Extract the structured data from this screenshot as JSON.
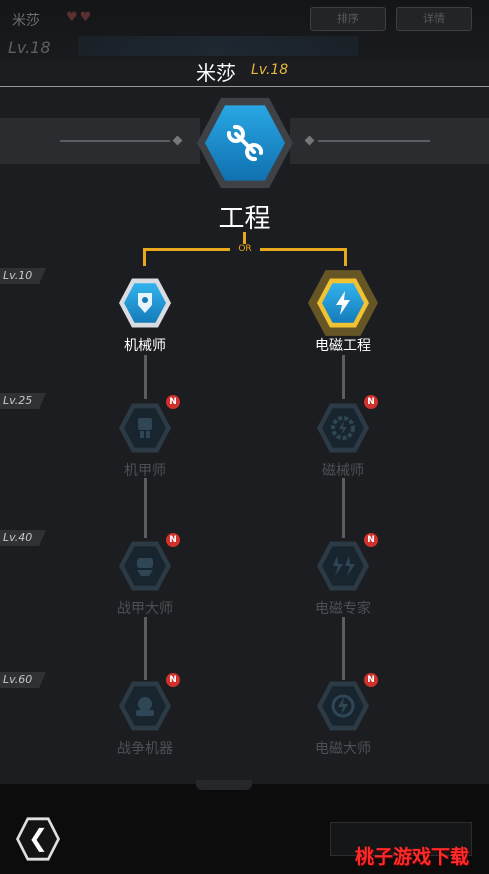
{
  "topbar": {
    "name": "米莎",
    "level": "Lv.18",
    "hearts": "♥♥",
    "btn1": "排序",
    "btn2": "详情"
  },
  "header": {
    "name": "米莎",
    "level": "Lv.18"
  },
  "branch": {
    "title": "工程",
    "or": "OR"
  },
  "level_tags": [
    "Lv.10",
    "Lv.25",
    "Lv.40",
    "Lv.60"
  ],
  "nodes": {
    "left": [
      {
        "label": "机械师",
        "state": "active",
        "icon": "robot-icon"
      },
      {
        "label": "机甲师",
        "state": "locked",
        "new": "N",
        "icon": "mech-icon"
      },
      {
        "label": "战甲大师",
        "state": "locked",
        "new": "N",
        "icon": "armor-icon"
      },
      {
        "label": "战争机器",
        "state": "locked",
        "new": "N",
        "icon": "war-machine-icon"
      }
    ],
    "right": [
      {
        "label": "电磁工程",
        "state": "selected",
        "icon": "lightning-icon"
      },
      {
        "label": "磁械师",
        "state": "locked",
        "new": "N",
        "icon": "gear-lightning-icon"
      },
      {
        "label": "电磁专家",
        "state": "locked",
        "new": "N",
        "icon": "electro-expert-icon"
      },
      {
        "label": "电磁大师",
        "state": "locked",
        "new": "N",
        "icon": "electro-master-icon"
      }
    ]
  },
  "bottom": {
    "back": "❮",
    "watermark": "桃子游戏下载"
  },
  "colors": {
    "accent": "#e8a91c",
    "hex_blue": "#2aa8e6",
    "badge": "#d0312d"
  }
}
